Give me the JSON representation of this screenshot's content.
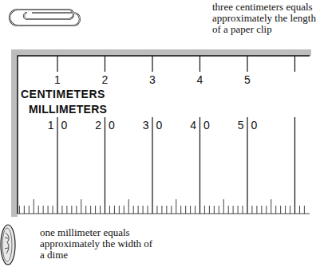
{
  "diagram": {
    "labels": [
      "three centimeters equals approximately the length of a paper clip",
      "1",
      "2",
      "3",
      "4",
      "5",
      "CENTIMETERS",
      "MILLIMETERS",
      "10",
      "20",
      "30",
      "40",
      "50",
      "one millimeter equals approximately the width of a dime"
    ]
  }
}
